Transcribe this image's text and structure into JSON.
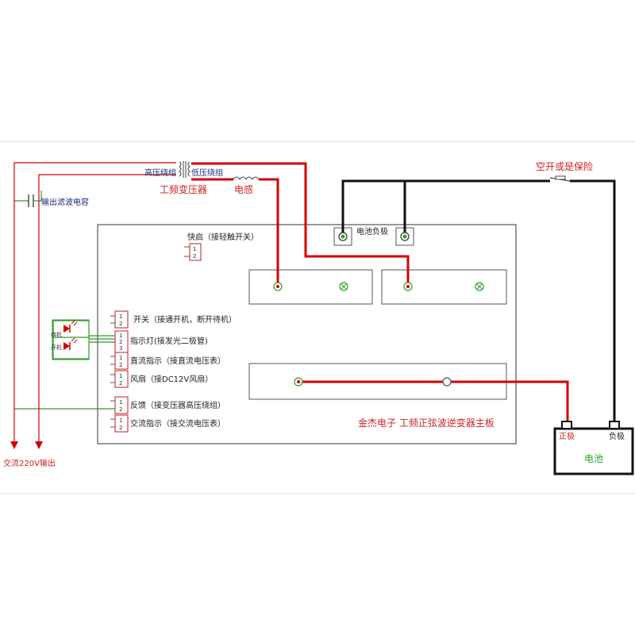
{
  "labels": {
    "hv_winding": "高压绕组",
    "lv_winding": "低压绕组",
    "transformer": "工频变压器",
    "inductor": "电感",
    "output_capacitor": "输出滤波电容",
    "fuse_switch": "空开或是保险",
    "battery_neg_terminal": "电池负极",
    "soft_start": "快启（接轻触开关）",
    "switch_header": "开关（接通开机，断开待机）",
    "led_header": "指示灯(接发光二极管)",
    "dc_indicator": "直流指示（接直流电压表）",
    "fan": "风扇（接DC12V风扇）",
    "feedback": "反馈（接变压器高压绕组）",
    "ac_indicator": "交流指示（接交流电压表）",
    "board_title": "金杰电子 工频正弦波逆变器主板",
    "ac_output": "交流220V输出",
    "battery_pos": "正极",
    "battery_neg": "负极",
    "battery": "电池",
    "standby": "待机",
    "power_on": "开机"
  },
  "pins": {
    "p1": "1",
    "p2": "2",
    "p3": "3"
  },
  "colors": {
    "wire_red": "#d40000",
    "wire_black": "#111111",
    "wire_green": "#2f9a2f",
    "label_red": "#cc2222",
    "label_green": "#2e9e2e",
    "label_navy": "#1a2a7a"
  }
}
